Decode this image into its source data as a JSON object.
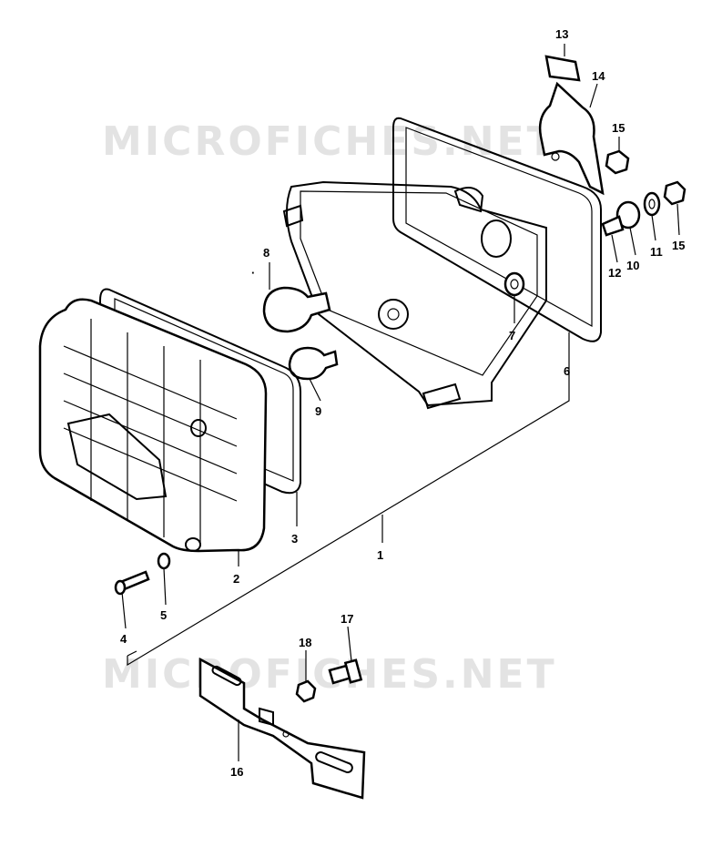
{
  "watermarks": [
    "MICROFICHES.NET",
    "MICROFICHES.NET"
  ],
  "part_labels": [
    "1",
    "2",
    "3",
    "4",
    "5",
    "6",
    "7",
    "8",
    "9",
    "10",
    "11",
    "12",
    "13",
    "14",
    "15",
    "15",
    "16",
    "17",
    "18"
  ],
  "colors": {
    "line": "#000000",
    "watermark": "#e3e3e3",
    "background": "#ffffff"
  }
}
